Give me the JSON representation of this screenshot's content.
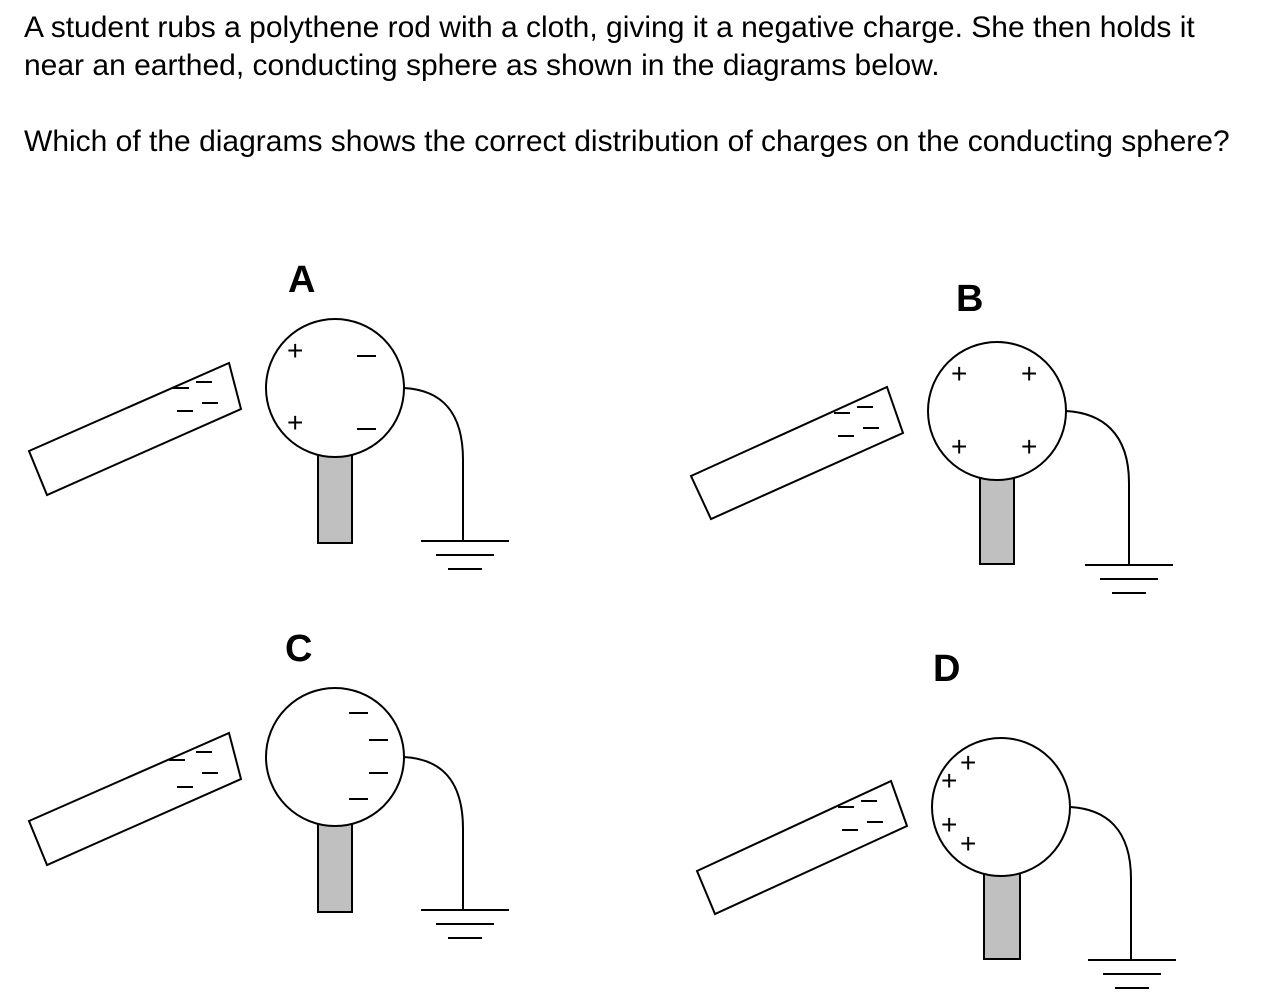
{
  "question": {
    "paragraph_1": "A student rubs a polythene rod with a cloth, giving it a negative charge. She then holds it near an earthed, conducting sphere as shown in the diagrams below.",
    "paragraph_2": "Which of the diagrams shows the correct distribution of charges on the conducting sphere?"
  },
  "diagrams": [
    {
      "label": "A",
      "sphere_charges": "+ on left side, − on right side"
    },
    {
      "label": "B",
      "sphere_charges": "+ on both sides"
    },
    {
      "label": "C",
      "sphere_charges": "− on right side"
    },
    {
      "label": "D",
      "sphere_charges": "+ on left side"
    }
  ],
  "symbols": {
    "plus": "+",
    "minus": "−"
  }
}
